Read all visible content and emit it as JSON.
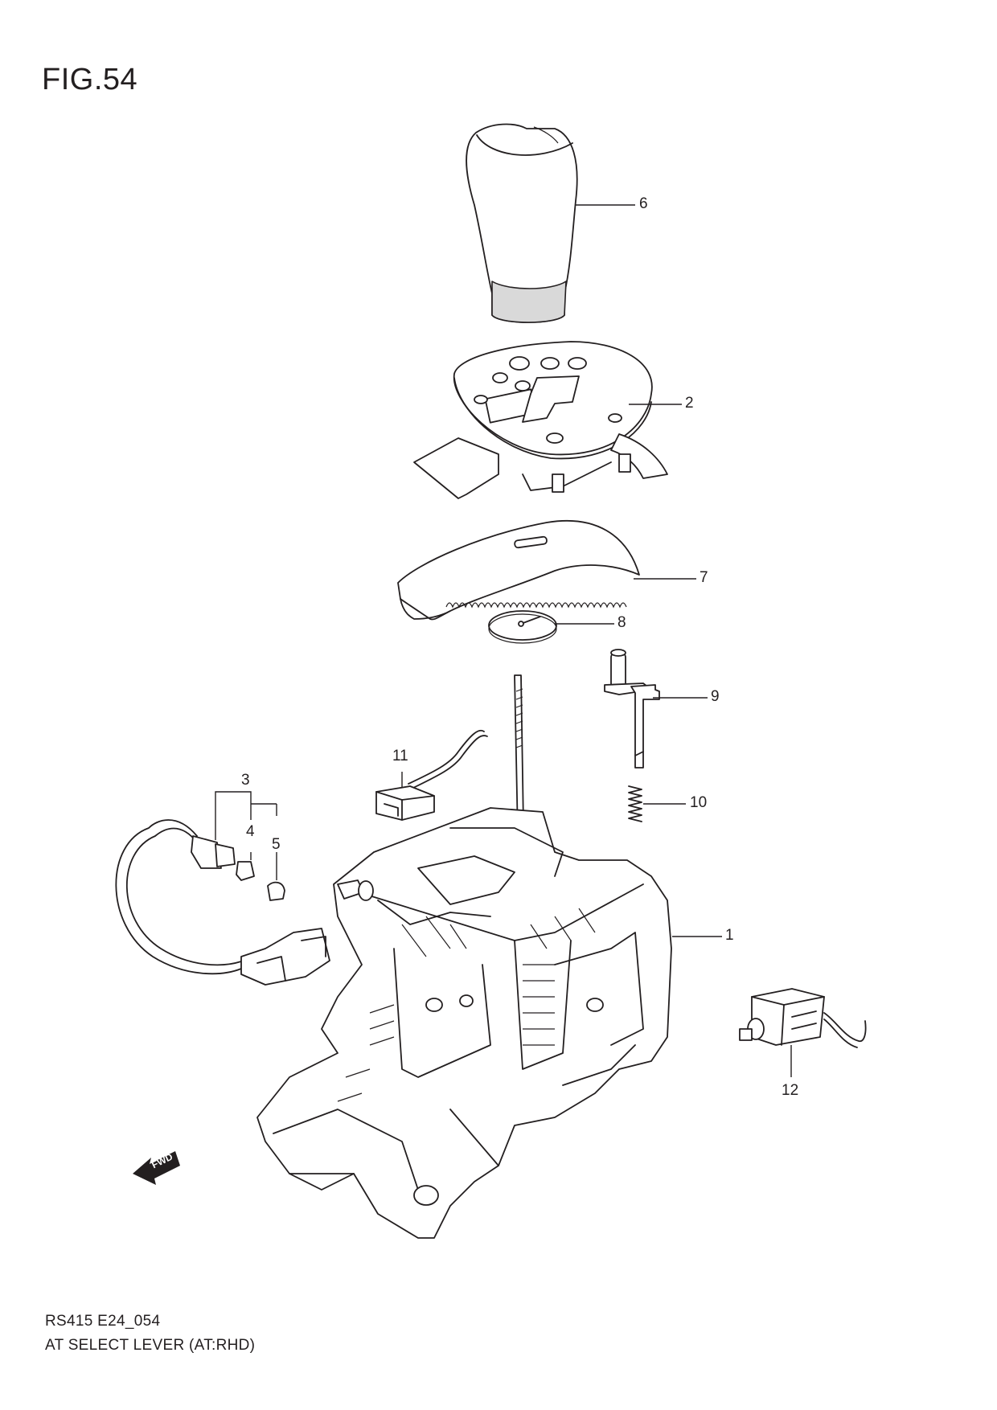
{
  "figure": {
    "title": "FIG.54"
  },
  "callouts": [
    {
      "id": "6",
      "label": "6"
    },
    {
      "id": "2",
      "label": "2"
    },
    {
      "id": "7",
      "label": "7"
    },
    {
      "id": "8",
      "label": "8"
    },
    {
      "id": "9",
      "label": "9"
    },
    {
      "id": "10",
      "label": "10"
    },
    {
      "id": "11",
      "label": "11"
    },
    {
      "id": "3",
      "label": "3"
    },
    {
      "id": "4",
      "label": "4"
    },
    {
      "id": "5",
      "label": "5"
    },
    {
      "id": "1",
      "label": "1"
    },
    {
      "id": "12",
      "label": "12"
    }
  ],
  "direction_arrow": {
    "label": "FWD"
  },
  "footer": {
    "code": "RS415 E24_054",
    "name": "AT SELECT LEVER (AT:RHD)"
  }
}
